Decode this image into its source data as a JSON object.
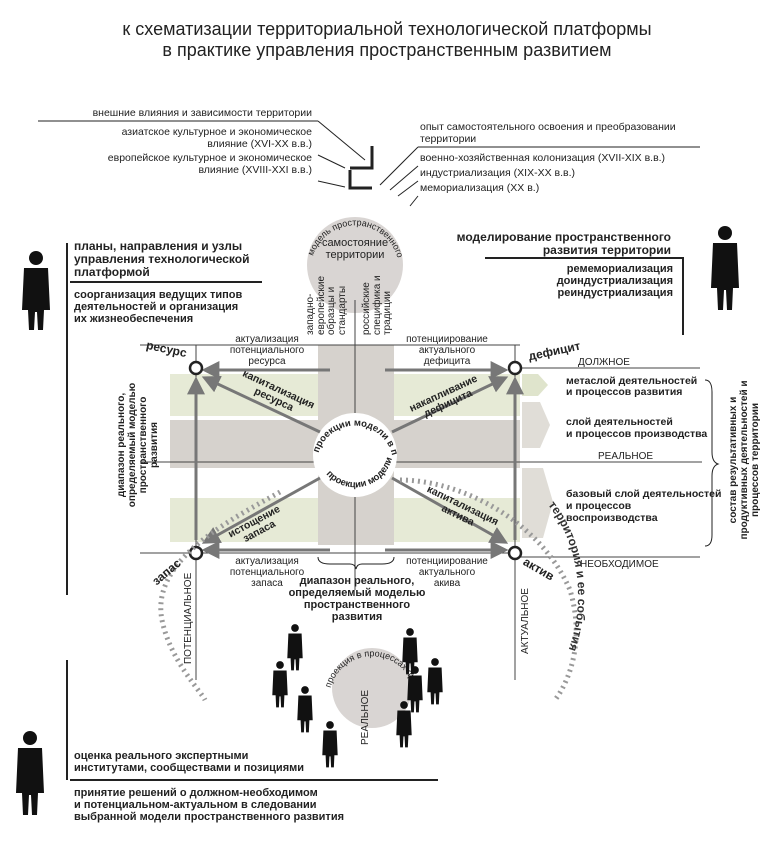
{
  "title": {
    "line1": "к схематизации территориальной технологической платформы",
    "line2": "в практике управления пространственным развитием"
  },
  "influences": {
    "external": "внешние влияния и зависимости территории",
    "asian_line1": "азиатское культурное и экономическое",
    "asian_line2": "влияние (XVI-XX в.в.)",
    "european_line1": "европейское культурное и экономическое",
    "european_line2": "влияние (XVIII-XXI в.в.)",
    "self_line1": "опыт самостоятельного освоения и преобразовании",
    "self_line2": "территории",
    "colonization": "военно-хозяйственная колонизация (XVII-XIX в.в.)",
    "industrialization": "индустриализация (XIX-XX в.в.)",
    "memorialization": "мемориализация (XX в.)"
  },
  "left_panel": {
    "plans_line1": "планы, направления и узлы",
    "plans_line2": "управления технологической",
    "plans_line3": "платформой",
    "org_line1": "соорганизация ведущих типов",
    "org_line2": "деятельностей и организация",
    "org_line3": "их жизнеобеспечения",
    "range_line1": "диапазон реального,",
    "range_line2": "определяемый моделью",
    "range_line3": "пространственного",
    "range_line4": "развития"
  },
  "right_panel": {
    "modeling_line1": "моделирование пространственного",
    "modeling_line2": "развития территории",
    "re1": "ремемориализация",
    "re2": "доиндустриализация",
    "re3": "реиндустриализация",
    "layer1_line1": "метаслой деятельностей",
    "layer1_line2": "и процессов развития",
    "layer2_line1": "слой деятельностей",
    "layer2_line2": "и процессов производства",
    "layer3_line1": "базовый слой деятельностей",
    "layer3_line2": "и процессов",
    "layer3_line3": "воспроизводства",
    "composition_line1": "состав результативных и",
    "composition_line2": "продуктивных деятельностей и",
    "composition_line3": "процессов территории"
  },
  "top_circle": {
    "arc": "модель пространственного развития",
    "self_line1": "самостояние",
    "self_line2": "территории",
    "western": [
      "западно-",
      "европейские",
      "образцы и",
      "стандарты"
    ],
    "russian": [
      "российские",
      "специфика и",
      "традиции"
    ]
  },
  "corners": {
    "resource": "ресурс",
    "deficit": "дефицит",
    "reserve": "запас",
    "asset": "актив"
  },
  "edges": {
    "act_resource": [
      "актуализация",
      "потенциального",
      "ресурса"
    ],
    "pot_deficit": [
      "потенциирование",
      "актуального",
      "дефицита"
    ],
    "act_reserve": [
      "актуализация",
      "потенциального",
      "запаса"
    ],
    "pot_asset": [
      "потенциирование",
      "актуального",
      "акива"
    ],
    "proper": "ДОЛЖНОЕ",
    "real": "РЕАЛЬНОЕ",
    "necessary": "НЕОБХОДИМОЕ",
    "potential": "ПОТЕНЦИАЛЬНОЕ",
    "actual": "АКТУАЛЬНОЕ",
    "real_bottom": "РЕАЛЬНОЕ"
  },
  "diagonals": {
    "capitalization_resource": [
      "капитализация",
      "ресурса"
    ],
    "accumulation_deficit": [
      "накапливание",
      "дефицита"
    ],
    "depletion_reserve": [
      "истощение",
      "запаса"
    ],
    "capitalization_asset": [
      "капитализация",
      "актива"
    ],
    "center_top": "проекции модели в платформе территории",
    "center_bottom": "проекции модели"
  },
  "bottom": {
    "range_line1": "диапазон реального,",
    "range_line2": "определяемый моделью",
    "range_line3": "пространственного",
    "range_line4": "развития",
    "events": "территория и ее события",
    "decisions_arc": "проекция в процессах принятия решений",
    "evaluation_line1": "оценка реального экспертными",
    "evaluation_line2": "институтами, сообществами и позициями",
    "decision_line1": "принятие решений о должном-необходимом",
    "decision_line2": "и потенциальном-актуальном в следовании",
    "decision_line3": "выбранной модели пространственного развития"
  },
  "colors": {
    "band_light": "#e6ead6",
    "band_gray": "#d6d2cd",
    "circle_gray": "#d9d5d3",
    "arrow": "#777777",
    "line": "#222222"
  }
}
